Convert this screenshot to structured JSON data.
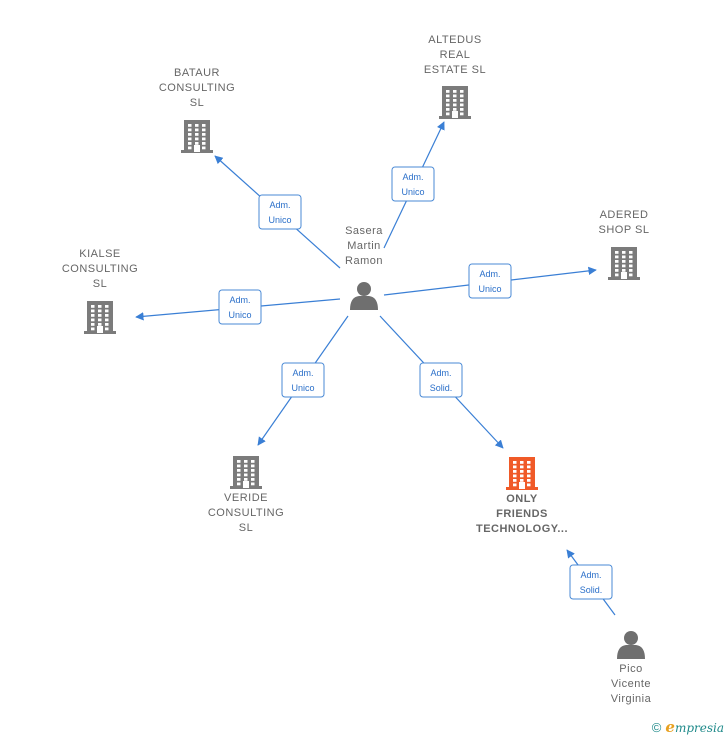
{
  "colors": {
    "edge": "#3a7fd5",
    "company": "#7b7b7b",
    "company_main": "#f05a28",
    "person": "#6f6f6f",
    "label": "#666666"
  },
  "nodes": [
    {
      "id": "sasera",
      "kind": "person",
      "lines": [
        "Sasera",
        "Martin",
        "Ramon"
      ]
    },
    {
      "id": "pico",
      "kind": "person",
      "lines": [
        "Pico",
        "Vicente",
        "Virginia"
      ]
    },
    {
      "id": "bataur",
      "kind": "company",
      "lines": [
        "BATAUR",
        "CONSULTING",
        "SL"
      ]
    },
    {
      "id": "altedus",
      "kind": "company",
      "lines": [
        "ALTEDUS",
        "REAL",
        "ESTATE  SL"
      ]
    },
    {
      "id": "adered",
      "kind": "company",
      "lines": [
        "ADERED",
        "SHOP  SL"
      ]
    },
    {
      "id": "kialse",
      "kind": "company",
      "lines": [
        "KIALSE",
        "CONSULTING",
        "SL"
      ]
    },
    {
      "id": "veride",
      "kind": "company",
      "lines": [
        "VERIDE",
        "CONSULTING",
        "SL"
      ]
    },
    {
      "id": "only",
      "kind": "company_main",
      "lines": [
        "ONLY",
        "FRIENDS",
        "TECHNOLOGY..."
      ]
    }
  ],
  "edges": [
    {
      "from": "sasera",
      "to": "bataur",
      "role": [
        "Adm.",
        "Unico"
      ]
    },
    {
      "from": "sasera",
      "to": "altedus",
      "role": [
        "Adm.",
        "Unico"
      ]
    },
    {
      "from": "sasera",
      "to": "adered",
      "role": [
        "Adm.",
        "Unico"
      ]
    },
    {
      "from": "sasera",
      "to": "kialse",
      "role": [
        "Adm.",
        "Unico"
      ]
    },
    {
      "from": "sasera",
      "to": "veride",
      "role": [
        "Adm.",
        "Unico"
      ]
    },
    {
      "from": "sasera",
      "to": "only",
      "role": [
        "Adm.",
        "Solid."
      ]
    },
    {
      "from": "pico",
      "to": "only",
      "role": [
        "Adm.",
        "Solid."
      ]
    }
  ],
  "footer": {
    "copyright": "©",
    "brand_initial": "e",
    "brand_rest": "mpresia"
  }
}
